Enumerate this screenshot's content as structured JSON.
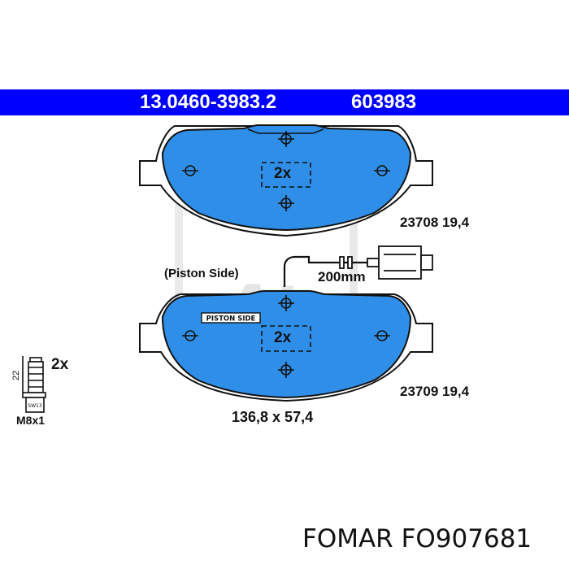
{
  "header": {
    "part_number": "13.0460-3983.2",
    "ref_number": "603983"
  },
  "top_pad": {
    "count_label": "2x",
    "article": "23708 19,4"
  },
  "bottom_pad": {
    "count_label": "2x",
    "article": "23709 19,4",
    "piston_side_label": "(Piston Side)",
    "stamp_text": "PISTON SIDE"
  },
  "sensor": {
    "wire_length": "200mm"
  },
  "dimensions": "136,8 x 57,4",
  "bolt": {
    "count_label": "2x",
    "length_label": "22",
    "thread_label": "M8x1",
    "head_label": "SW13"
  },
  "watermark": "Ate",
  "footer": {
    "text": "FOMAR FO907681"
  },
  "colors": {
    "header_bg": "#0000ff",
    "pad_fill": "#2f8fe8",
    "outline": "#111111"
  }
}
